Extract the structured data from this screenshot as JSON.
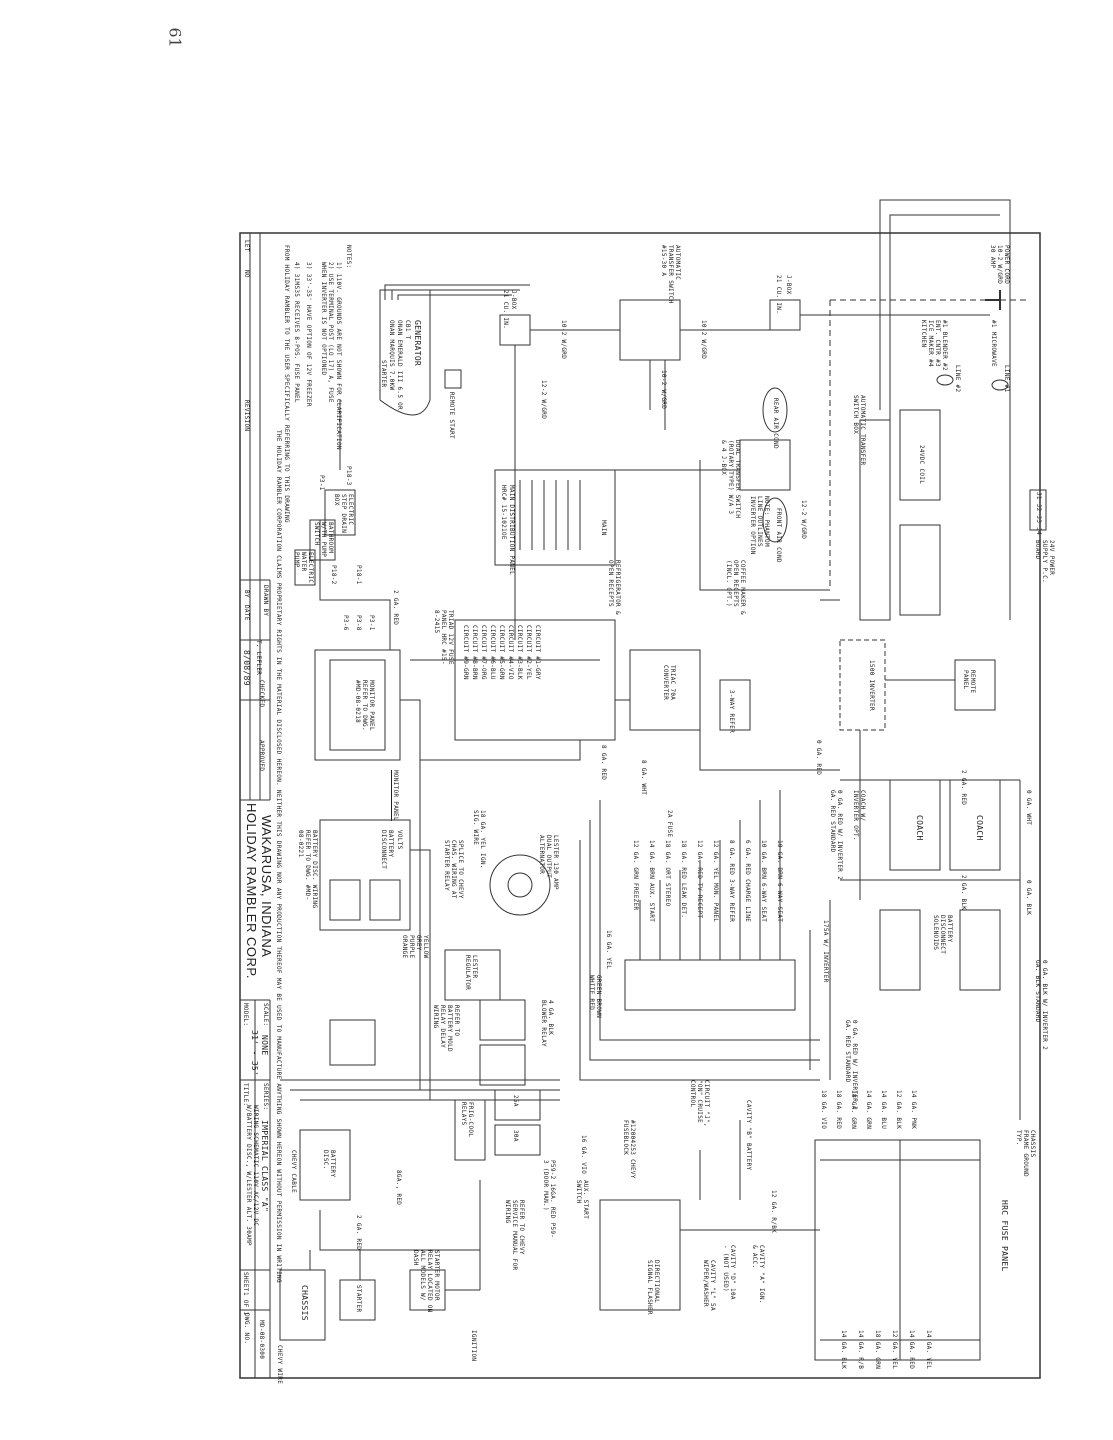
{
  "sheet_mark": "61",
  "title_block": {
    "company": "HOLIDAY RAMBLER CORP.",
    "location": "WAKARUSA, INDIANA",
    "model_label": "MODEL:",
    "model": "31' - 35'",
    "scale_label": "SCALE:",
    "scale": "NONE",
    "title_label": "TITLE:",
    "title": "WIRING SCHEMATIC 110V AC/12V DC W/BATTERY DISC., W/LESTER ALT. 30AMP",
    "series_label": "SERIES:",
    "series": "IMPERIAL CLASS \"A\"",
    "sheet_label": "SHEET",
    "sheet": "1 OF 1",
    "dwg_label": "DWG. NO.",
    "dwg_no": "MD-08-0300",
    "let_label": "LET",
    "no_label": "NO",
    "revision_label": "REVISION",
    "by_label": "BY",
    "date_label": "DATE",
    "drawn_by_label": "DRAWN BY",
    "drawn_by": "T. LEFLER",
    "date": "8/08/89",
    "checked_label": "CHECKED",
    "approved_label": "APPROVED",
    "proprietary": "THE HOLIDAY RAMBLER CORPORATION CLAIMS PROPRIETARY RIGHTS IN THE MATERIAL DISCLOSED HEREON. NEITHER THIS DRAWING NOR ANY PRODUCTION THEREOF MAY BE USED TO MANUFACTURE ANYTHING SHOWN HEREON WITHOUT PERMISSION IN WRITING",
    "proprietary2": "FROM HOLIDAY RAMBLER TO THE USER SPECIFICALLY REFERRING TO THIS DRAWING"
  },
  "notes": {
    "heading": "NOTES:",
    "items": [
      "1) 110V. GROUNDS ARE NOT SHOWN FOR CLARIFICATION",
      "2) USE TERMINAL POST (LO 17) A, FUSE WHEN INVERTER IS NOT OPTIONED",
      "3) 33'-35' HAVE OPTION OF 12V FREEZER",
      "4) 31MS35 RECEIVES 8-POS. FUSE PANEL"
    ]
  },
  "components": {
    "generator": "GENERATOR",
    "generator_detail1": "CB1 T",
    "generator_detail2": "ONAN EMERALD III 6.5 OR",
    "generator_detail3": "ONAN MARQUIS 7.0KW",
    "generator_start": "STARTER",
    "remote_start": "REMOTE START",
    "jbox1": "J-BOX",
    "jbox1_size": "21 CU. IN.",
    "wire_10_2a": "10-2 W/GRD",
    "wire_10_2b": "10-2 W/GRD",
    "wire_10_2c": "10-2 W/GRD",
    "wire_12_2a": "12-2 W/GRD",
    "wire_12_2b": "12-2 W/GRD",
    "ats": "AUTOMATIC TRANSFER SWITCH #15-30 A",
    "jbox2": "J-BOX",
    "jbox2_size": "21 CU. IN.",
    "power_cord": "POWER CORD 10-2 W/GRD 30 AMP",
    "line1": "LINE #1",
    "line2": "LINE #2",
    "line1_loads": "#1 MICROWAVE",
    "line2_loads": "#1 BLENDER  #2 ENT. CNTR  #3 ICE MAKER  #4 KITCHEN",
    "ats_box": "AUTOMATIC TRANSFER SWITCH BOX",
    "coil": "24VDC COIL",
    "power_supply": "24V POWER SUPPLY P.C. BOARD",
    "power_supply_pins": "J1 J2 J3 J4",
    "rear_ac": "REAR AIR COND",
    "front_ac": "FRONT AIR COND",
    "dual_transfer": "DUAL TRANSFER SWITCH (ROTARY TYPE) W/A 3 & 4 J-BOX",
    "main_panel": "MAIN DISTRIBUTION PANEL",
    "main_panel_detail": "HRC# 15-1021OE",
    "main_label": "MAIN",
    "step_box": "ELECTRIC STEP DRAIN BOX",
    "bath_switch": "BATHROOM W/TH PUMP SWITCH",
    "water_pump": "ELECTRIC WATER PUMP",
    "plug_p18_3": "P18-3",
    "plug_p3_1": "P3-1",
    "plug_p18_1": "P18-1",
    "plug_p18_2": "P18-2",
    "plug_p3_1b": "P3-1",
    "plug_p3_8": "P3-8",
    "plug_p3_6": "P3-6",
    "monitor_panel": "MONITOR PANEL REFER TO DWG. #MD-08-0218",
    "monitor_panel_label": "MONITOR PANEL",
    "wire_2ga_red": "2 GA. RED",
    "phantom_note": "NOTE: PHANTOM LINE OUTLINES INVERTER OPTION",
    "coffee_note": "COFFEE MAKER & OPEN RECEPTS (INCL. OPT.)",
    "refrig_note": "REFRIGERATOR & OPEN RECEPTS",
    "refer": "3-WAY REFER",
    "triac": "TRIAC 70A CONVERTER",
    "circuits": [
      "CIRCUIT #1-GRY",
      "CIRCUIT #2-YEL",
      "CIRCUIT #3-BLK",
      "CIRCUIT #4-VIO",
      "CIRCUIT #5-GRN",
      "CIRCUIT #6-BLU",
      "CIRCUIT #7-ORG",
      "CIRCUIT #8-BRN",
      "CIRCUIT #9-GRN"
    ],
    "triad_panel": "TRIAD 12V FUSE PANEL HRC #15-8-2415",
    "wire_8ga_red": "8 GA. RED",
    "wire_8ga_wht": "8 GA. WHT",
    "inverter": "1500 INVERTER",
    "remote_panel": "REMOTE PANEL",
    "wire_0ga_red": "0 GA. RED",
    "wire_0ga_wht": "0 GA. WHT",
    "wire_0ga_blk": "0 GA. BLK",
    "coach1": "COACH",
    "coach2": "COACH",
    "wire_2ga_red_b": "2 GA. RED",
    "wire_2ga_blk": "2 GA. BLK",
    "inverter_opt": "COACH W/ INVERTER OPT.",
    "cable_note_a": "0 GA. RED W/ INVERTER  2 GA. RED STANDARD",
    "cable_note_b": "0 GA. BLK W/ INVERTER  2 GA. BLK STANDARD",
    "cable_note_c": "0 GA. RED W/ INVERTER  2 GA. RED STANDARD",
    "disc_solenoids": "BATTERY DISCONNECT SOLENOIDS",
    "fuse_175": "175A W/ INVERTER",
    "fuse_2a": "2A FUSE",
    "fuse_block_wires": [
      "10 GA. BRN 6-WAY SEAT",
      "10 GA. BRN 6-WAY SEAT",
      "6 GA. RED CHARGE LINE",
      "8 GA. RED 3-WAY REFER",
      "12 GA. YEL MON. PANEL",
      "12 GA. RED TV RECEPT",
      "18 GA. RED LEAK DET.",
      "18 GA. ORT STEREO",
      "14 GA. BRN AUX. START",
      "12 GA. GRN FREEZER"
    ],
    "wire_18ga_yel": "18 GA. YEL IGN. SIG. WIRE",
    "wire_16ga_yel": "16 GA. YEL",
    "wire_colors": "GREEN BROWN WHITE RED",
    "alternator": "LESTER 130 AMP DUAL OUTPUT ALTERNATOR",
    "splice": "SPLICE TO CHEVY CHAS. WIRING AT STARTER RELAY",
    "battery_disconnect": "BATTERY DISCONNECT",
    "vol_label": "VOLTS",
    "bd_wiring": "BATTERY DISC. WIRING REFER TO DWG. #MD-08-0221",
    "wire_colors2": "YELLOW GREY PURPLE ORANGE",
    "lester_reg": "LESTER REGULATOR",
    "relay_delay": "REFER TO BATTERY MOLD RELAY DELAY WIRING",
    "blower_relay": "4 GA. BLK BLOWER RELAY",
    "frig_cool": "FRIG-COOL RELAYS",
    "fuse_30a": "30A",
    "fuse_25a": "25A",
    "battery_disc": "BATTERY DISC.",
    "chevy_cable": "CHEVY CABLE",
    "wire_2ga_red_c": "2 GA. RED",
    "wire_8ga_red_c": "8GA., RED",
    "chassis": "CHASSIS",
    "chevy_wire": "CHEVY WIRE",
    "starter": "STARTER",
    "starter_relay": "STARTER MOTOR RELAY LOCATED ON ALL MODELS W/ DASH",
    "ignition": "IGNITION",
    "aux_start": "AUX. START SWITCH",
    "wire_16ga_vio": "16 GA. VIO",
    "ps_note": "P59-2 16GA. RED  P59-3 (DOOR MAN.)",
    "dash_note": "REFER TO CHEVY SERVICE MANUAL FOR WIRING",
    "dash_fuse": "#12004253 CHEVY FUSEBLOCK",
    "cruise": "CIRCUIT \"J\", \"ON\" CRUISE CONTROL",
    "cavity_b": "CAVITY \"B\" BATTERY",
    "cavity_a": "CAVITY \"A\" IGN. & ACC.",
    "cavity_d": "CAVITY \"D\" 10A - (NOT USED)",
    "wiper": "CAVITY \"L\" 5A WIPER/WASHER",
    "signal_flasher": "DIRECTIONAL SIGNAL FLASHER",
    "wire_12ga_rbk": "12 GA. R/BK",
    "chassis_ground": "CHASSIS FRAME GROUND TYP.",
    "hrc_fuse_panel": "HRC FUSE PANEL",
    "hrc_left": [
      "14 GA. PNK",
      "12 GA. BLK",
      "14 GA. BLU",
      "14 GA. GRN",
      "18 GA. GRN",
      "18 GA. RED",
      "18 GA. VIO"
    ],
    "hrc_right": [
      "14 GA. YEL",
      "14 GA. RED",
      "12 GA. YEL",
      "18 GA. GRN",
      "14 GA. R/B",
      "14 GA. BLK"
    ]
  },
  "colors": {
    "ink": "#222222",
    "paper": "#ffffff"
  }
}
